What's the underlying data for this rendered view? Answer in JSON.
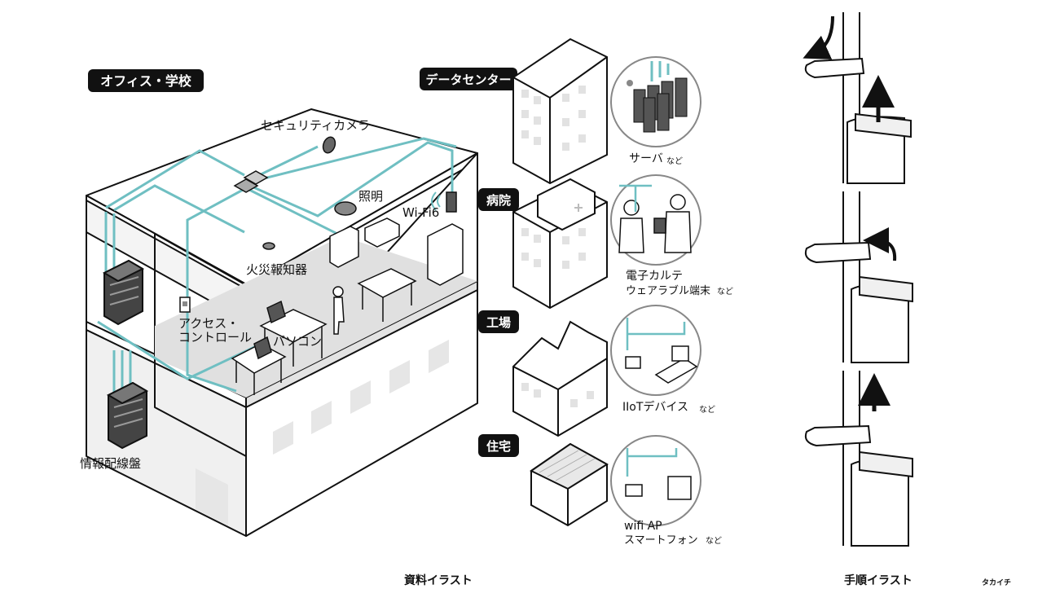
{
  "colors": {
    "cable": "#6fbfc2",
    "line": "#111111",
    "floor": "#e3e3e3",
    "panel": "#e8e8e8",
    "badge": "#111111"
  },
  "office": {
    "badge": "オフィス・学校",
    "security_camera": "セキュリティカメラ",
    "lighting": "照明",
    "wifi": "Wi-Fi6",
    "fire_alarm": "火災報知器",
    "access_control_1": "アクセス・",
    "access_control_2": "コントロール",
    "pc": "パソコン",
    "patch_panel": "情報配線盤"
  },
  "facilities": [
    {
      "badge": "データセンター",
      "item": "サーバ",
      "suffix": "など"
    },
    {
      "badge": "病院",
      "item": "電子カルテ",
      "item2": "ウェアラブル端末",
      "suffix": "など"
    },
    {
      "badge": "工場",
      "item": "IIoTデバイス",
      "suffix": "など"
    },
    {
      "badge": "住宅",
      "item": "wifi AP",
      "item2": "スマートフォン",
      "suffix": "など"
    }
  ],
  "captions": {
    "left": "資料イラスト",
    "right": "手順イラスト",
    "author": "タカイチ"
  },
  "icons": [
    "server-rack-icon",
    "camera-icon",
    "wifi-icon",
    "router-icon",
    "ceiling-light-icon",
    "smoke-detector-icon",
    "laptop-icon",
    "arrow-up-icon",
    "arrow-down-icon",
    "arrow-curve-icon"
  ]
}
